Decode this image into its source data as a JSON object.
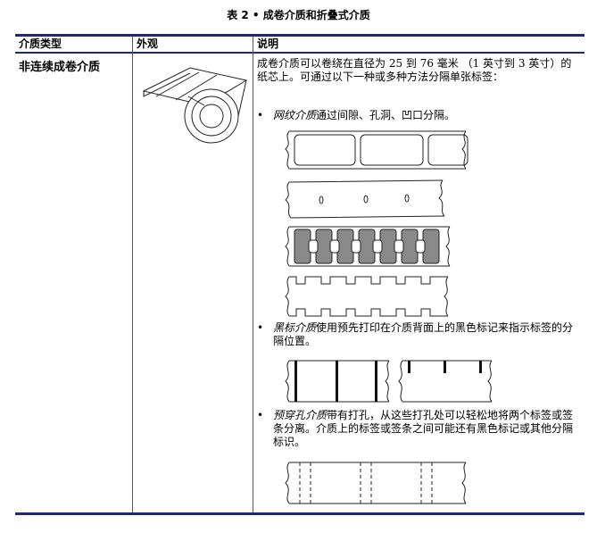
{
  "caption": "表 2 • 成卷介质和折叠式介质",
  "table": {
    "headers": [
      "介质类型",
      "外观",
      "说明"
    ],
    "row": {
      "type": "非连续成卷介质",
      "description": "成卷介质可以卷绕在直径为 25 到 76 毫米 （1 英寸到 3 英寸）的纸芯上。可通过以下一种或多种方法分隔单张标签：",
      "bullets": [
        {
          "term": "网纹介质",
          "text": "通过间隙、孔洞、凹口分隔。"
        },
        {
          "term": "黑标介质",
          "text": "使用预先打印在介质背面上的黑色标记来指示标签的分隔位置。"
        },
        {
          "term": "预穿孔介质",
          "text": "带有打孔，从这些打孔处可以轻松地将两个标签或签条分离。介质上的标签或签条之间可能还有黑色标记或其他分隔标识。"
        }
      ]
    }
  },
  "colors": {
    "rule": "#1f2a6b",
    "mark": "#111111",
    "notch_fill": "#8a8a8a"
  },
  "icons": [
    "label-roll-icon",
    "gap-media-icon",
    "hole-media-icon",
    "notch-media-icon",
    "scallop-media-icon",
    "black-bar-media-icon",
    "black-mark-media-icon",
    "perforated-media-icon"
  ]
}
